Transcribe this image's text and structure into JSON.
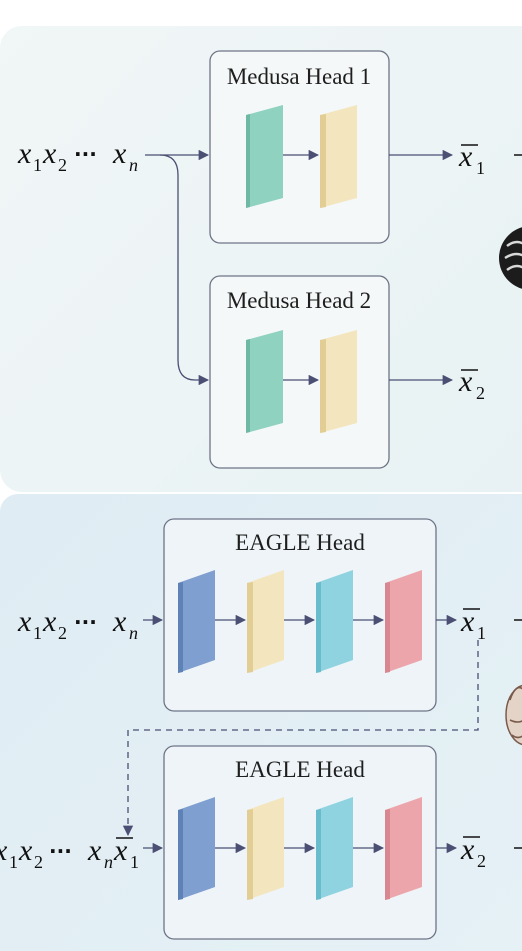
{
  "medusa": {
    "head1_title": "Medusa Head 1",
    "head2_title": "Medusa Head 2",
    "input": {
      "x": "x",
      "sub1": "1",
      "sub2": "2",
      "dots": "···",
      "subn": "n"
    },
    "out1": {
      "x": "x",
      "sub": "1"
    },
    "out2": {
      "x": "x",
      "sub": "2"
    }
  },
  "eagle": {
    "head_title": "EAGLE Head",
    "input1": {
      "x": "x",
      "sub1": "1",
      "sub2": "2",
      "dots": "···",
      "subn": "n"
    },
    "out1": {
      "x": "x",
      "sub": "1"
    },
    "input2": {
      "x": "x",
      "sub1": "1",
      "sub2": "2",
      "dots": "···",
      "subn": "n",
      "xbar": "x",
      "xbar_sub": "1"
    },
    "out2": {
      "x": "x",
      "sub": "2"
    }
  },
  "colors": {
    "green_block": "#8fd2bf",
    "cream_block": "#f3e6bf",
    "blue_block": "#7e9fcf",
    "cyan_block": "#8fd3e0",
    "pink_block": "#eda5ac",
    "arrow": "#4a4f73",
    "box_border": "#6e7487"
  }
}
